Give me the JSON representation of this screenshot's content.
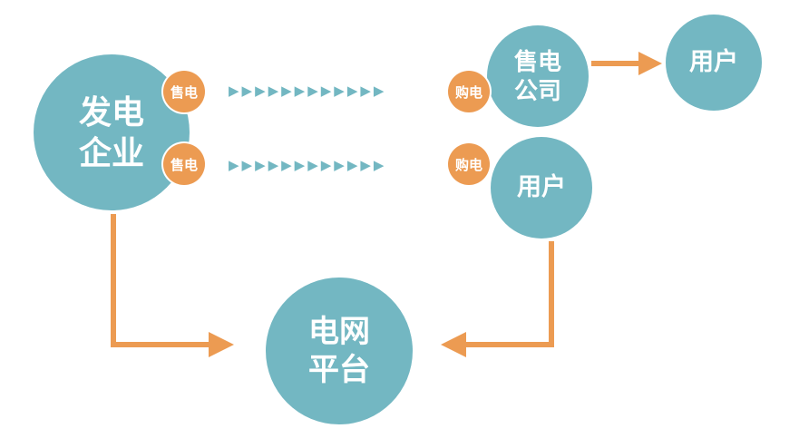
{
  "colors": {
    "teal": "#73b7c2",
    "orange": "#ec9b52",
    "background": "#ffffff",
    "text_on_circle": "#ffffff"
  },
  "nodes": {
    "generator": {
      "line1": "发电",
      "line2": "企业"
    },
    "seller_company": {
      "line1": "售电",
      "line2": "公司"
    },
    "user_top": {
      "label": "用户"
    },
    "user_mid": {
      "label": "用户"
    },
    "grid_platform": {
      "line1": "电网",
      "line2": "平台"
    }
  },
  "badges": {
    "sell_top": "售电",
    "sell_bottom": "售电",
    "buy_top": "购电",
    "buy_bottom": "购电"
  },
  "flow_chains": {
    "top": "▶▶▶▶▶▶▶▶▶▶▶▶",
    "bottom": "▶▶▶▶▶▶▶▶▶▶▶▶"
  }
}
